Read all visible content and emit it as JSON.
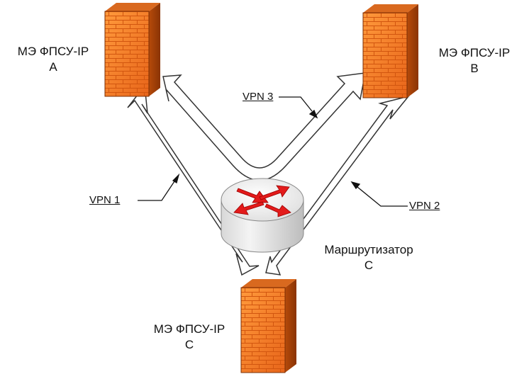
{
  "nodes": {
    "fw_a": {
      "label_line1": "МЭ ФПСУ-IP",
      "label_line2": "А"
    },
    "fw_b": {
      "label_line1": "МЭ ФПСУ-IP",
      "label_line2": "В"
    },
    "fw_c": {
      "label_line1": "МЭ ФПСУ-IP",
      "label_line2": "С"
    },
    "router": {
      "label_line1": "Маршрутизатор",
      "label_line2": "С"
    }
  },
  "links": {
    "vpn1": "VPN 1",
    "vpn2": "VPN 2",
    "vpn3": "VPN 3"
  },
  "colors": {
    "firewall_front": "#f07a1e",
    "firewall_side": "#b84a08",
    "router_arrows": "#e31b1b"
  }
}
